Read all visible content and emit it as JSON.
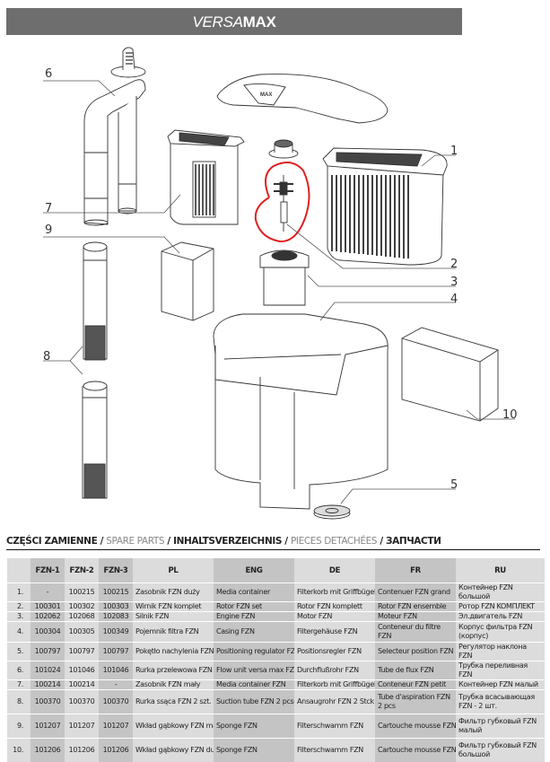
{
  "header": {
    "title_part1": "VERSA",
    "title_part2": "MAX",
    "bar_color": "#6e6e6e"
  },
  "diagram": {
    "callouts": [
      "1",
      "2",
      "3",
      "4",
      "5",
      "6",
      "7",
      "8",
      "9",
      "10"
    ],
    "highlight_color": "#e02020",
    "highlighted_part": "2"
  },
  "section": {
    "heading_pl": "CZĘŚCI ZAMIENNE",
    "heading_en": "SPARE PARTS",
    "heading_de": "INHALTSVERZEICHNIS",
    "heading_fr": "PIECES DETACHÉES",
    "heading_ru": "ЗАПЧАСТИ",
    "separator": " / "
  },
  "table": {
    "columns": [
      "",
      "FZN-1",
      "FZN-2",
      "FZN-3",
      "PL",
      "ENG",
      "DE",
      "FR",
      "RU"
    ],
    "rows": [
      {
        "no": "1.",
        "fzn1": "-",
        "fzn2": "100215",
        "fzn3": "100215",
        "pl": "Zasobnik FZN duży",
        "eng": "Media container",
        "de": "Filterkorb mit Griffbügel",
        "fr": "Contenuer FZN grand",
        "ru": "Контейнер FZN большой"
      },
      {
        "no": "2.",
        "fzn1": "100301",
        "fzn2": "100302",
        "fzn3": "100303",
        "pl": "Wirnik FZN komplet",
        "eng": "Rotor FZN set",
        "de": "Rotor FZN komplett",
        "fr": "Rotor FZN ensemble",
        "ru": "Ротор FZN KOMПЛEKT"
      },
      {
        "no": "3.",
        "fzn1": "102062",
        "fzn2": "102068",
        "fzn3": "102083",
        "pl": "Silnik FZN",
        "eng": "Engine FZN",
        "de": "Motor FZN",
        "fr": "Moteur FZN",
        "ru": "Эл.двигатель FZN"
      },
      {
        "no": "4.",
        "fzn1": "100304",
        "fzn2": "100305",
        "fzn3": "100349",
        "pl": "Pojemnik filtra FZN",
        "eng": "Casing FZN",
        "de": "Filtergehäuse FZN",
        "fr": "Conteneur du filtre FZN",
        "ru": "Корпус фильтра FZN (корпус)"
      },
      {
        "no": "5.",
        "fzn1": "100797",
        "fzn2": "100797",
        "fzn3": "100797",
        "pl": "Pokętło nachylenia FZN",
        "eng": "Positioning regulator FZN",
        "de": "Positionsregler FZN",
        "fr": "Selecteur position FZN",
        "ru": "Регулятор наклона FZN"
      },
      {
        "no": "6.",
        "fzn1": "101024",
        "fzn2": "101046",
        "fzn3": "101046",
        "pl": "Rurka przelewowa FZN",
        "eng": "Flow unit versa max FZN",
        "de": "Durchflußrohr FZN",
        "fr": "Tube de flux FZN",
        "ru": "Трубка переливная FZN"
      },
      {
        "no": "7.",
        "fzn1": "100214",
        "fzn2": "100214",
        "fzn3": "-",
        "pl": "Zasobnik FZN mały",
        "eng": "Media container  FZN",
        "de": "Filterkorb mit Griffbügel",
        "fr": "Conteneur FZN petit",
        "ru": "Контейнер FZN малый"
      },
      {
        "no": "8.",
        "fzn1": "100370",
        "fzn2": "100370",
        "fzn3": "100370",
        "pl": "Rurka ssąca FZN 2 szt.",
        "eng": "Suction tube FZN 2 pcs",
        "de": "Ansaugrohr FZN  2 Stck",
        "fr": "Tube d'aspiration FZN 2 pcs",
        "ru": "Трубка всасывающая FZN - 2 шт."
      },
      {
        "no": "9.",
        "fzn1": "101207",
        "fzn2": "101207",
        "fzn3": "101207",
        "pl": "Wkład gąbkowy FZN mały",
        "eng": "Sponge FZN",
        "de": "Filterschwamm FZN",
        "fr": "Cartouche mousse FZN",
        "ru": "Фильтр губковый FZN малый"
      },
      {
        "no": "10.",
        "fzn1": "101206",
        "fzn2": "101206",
        "fzn3": "101206",
        "pl": "Wkład gąbkowy FZN duży",
        "eng": "Sponge FZN",
        "de": "Filterschwamm FZN",
        "fr": "Cartouche mousse FZN",
        "ru": "Фильтр губковый FZN большой"
      }
    ]
  }
}
